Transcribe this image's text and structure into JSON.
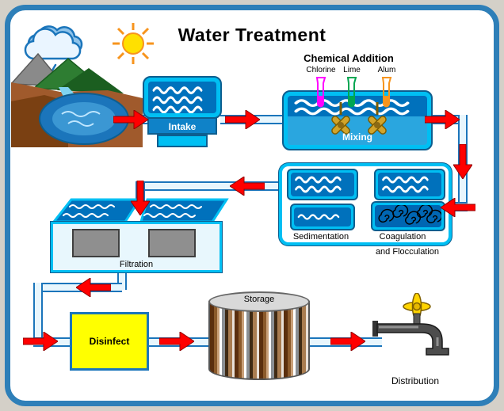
{
  "title": "Water Treatment",
  "chemical_addition": {
    "heading": "Chemical Addition",
    "chemicals": [
      {
        "name": "Chlorine",
        "color": "#ff00ff"
      },
      {
        "name": "Lime",
        "color": "#00a651"
      },
      {
        "name": "Alum",
        "color": "#f7941d"
      }
    ]
  },
  "stages": {
    "intake": "Intake",
    "mixing": "Mixing",
    "sedimentation": "Sedimentation",
    "coagulation": "Coagulation",
    "flocculation": "and Flocculation",
    "filtration": "Filtration",
    "disinfect": "Disinfect",
    "storage": "Storage",
    "distribution": "Distribution"
  },
  "colors": {
    "frame_border": "#2e7fb8",
    "tank_shell": "#00bff3",
    "water": "#0071bc",
    "pipe": "#1b75bb",
    "arrow": "#ff0000",
    "disinfect_bg": "#ffff00",
    "sun": "#ffe000",
    "faucet_handle": "#ffd400"
  },
  "icons": [
    "sun-icon",
    "rain-cloud-icon",
    "landscape-source-icon",
    "chemical-vial-icon",
    "mixer-paddle-icon",
    "swirl-icon",
    "faucet-icon",
    "flow-arrow-icon",
    "storage-tank-icon"
  ]
}
